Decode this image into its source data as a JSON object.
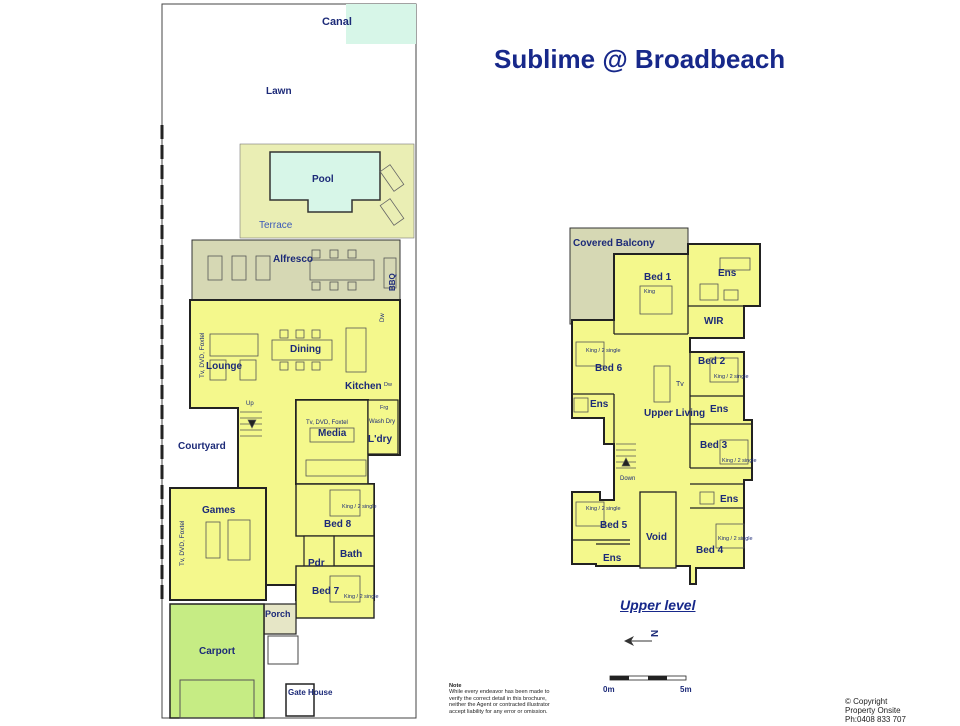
{
  "title": "Sublime @ Broadbeach",
  "lower_level": {
    "canal": "Canal",
    "lawn": "Lawn",
    "pool": "Pool",
    "terrace": "Terrace",
    "alfresco": "Alfresco",
    "bbq": "BBQ",
    "dw": "Dw",
    "lounge": "Lounge",
    "lounge_tv": "Tv, DVD, Foxtel",
    "dining": "Dining",
    "kitchen": "Kitchen",
    "dw2": "Dw",
    "up": "Up",
    "frg": "Frg",
    "media_tv": "Tv, DVD, Foxtel",
    "media": "Media",
    "wash_dry": "Wash Dry",
    "laundry": "L'dry",
    "courtyard": "Courtyard",
    "games": "Games",
    "games_tv": "Tv, DVD, Foxtel",
    "bed8": "Bed 8",
    "bed8_bed": "King / 2 single",
    "bath": "Bath",
    "pdr": "Pdr",
    "bed7": "Bed 7",
    "bed7_bed": "King / 2 single",
    "porch": "Porch",
    "carport": "Carport",
    "gate_house": "Gate House"
  },
  "upper_level": {
    "caption": "Upper level",
    "covered_balcony": "Covered Balcony",
    "bed1": "Bed 1",
    "bed1_bed": "King",
    "ens1": "Ens",
    "wir": "WIR",
    "bed6": "Bed 6",
    "bed6_bed": "King / 2 single",
    "ens6": "Ens",
    "upper_living": "Upper Living",
    "tv": "Tv",
    "bed2": "Bed 2",
    "bed2_bed": "King / 2 single",
    "ens2": "Ens",
    "bed3": "Bed 3",
    "bed3_bed": "King / 2 single",
    "ens3": "Ens",
    "down": "Down",
    "bed5": "Bed 5",
    "bed5_bed": "King / 2 single",
    "ens5": "Ens",
    "void": "Void",
    "bed4": "Bed 4",
    "bed4_bed": "King / 2 single"
  },
  "north": "N",
  "scale": {
    "start": "0m",
    "end": "5m"
  },
  "note": {
    "heading": "Note",
    "body": "While every endeavor has been made to verify the correct detail in this brochure, neither the Agent or contracted illustrator accept liability for any error or omission."
  },
  "copyright": {
    "line1": "© Copyright",
    "line2": "Property Onsite",
    "line3": "Ph:0408 833 707"
  },
  "colors": {
    "room_fill": "#f4f88c",
    "canal": "#d7f6e8",
    "terrace": "#eaeeb4",
    "alfresco": "#d6d8b4",
    "carport": "#c6ec84",
    "porch": "#e6e6c6",
    "label": "#1c2a78",
    "title": "#17288a"
  }
}
